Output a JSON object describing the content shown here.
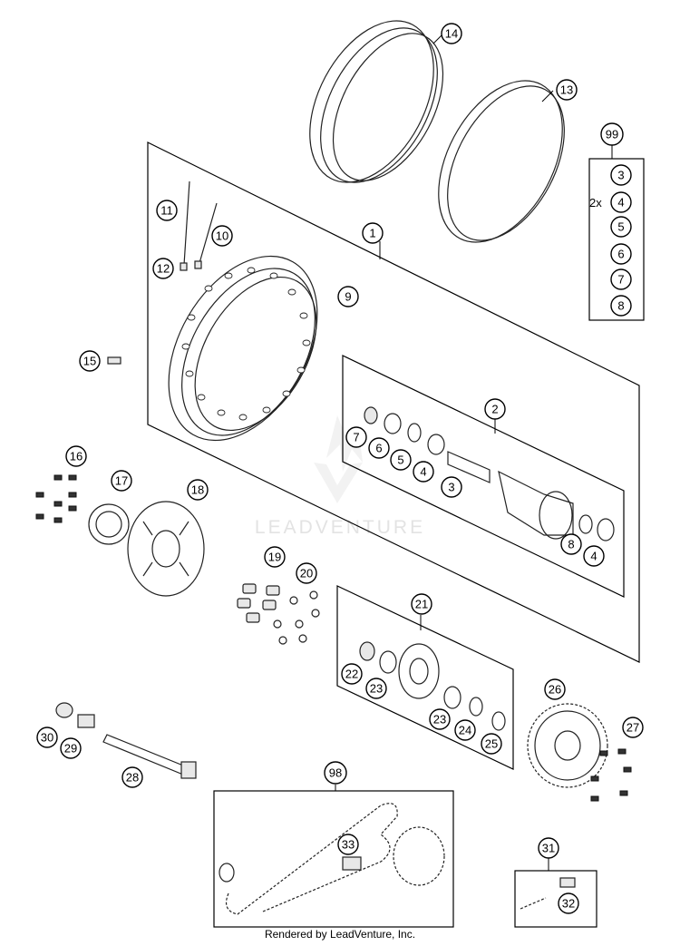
{
  "diagram": {
    "callouts": {
      "c1": "1",
      "c2": "2",
      "c3a": "3",
      "c3b": "3",
      "c4a": "4",
      "c4b": "4",
      "c4c": "4",
      "c5a": "5",
      "c5b": "5",
      "c6a": "6",
      "c6b": "6",
      "c7a": "7",
      "c7b": "7",
      "c8a": "8",
      "c8b": "8",
      "c9": "9",
      "c10": "10",
      "c11": "11",
      "c12": "12",
      "c13": "13",
      "c14": "14",
      "c15": "15",
      "c16": "16",
      "c17": "17",
      "c18": "18",
      "c19": "19",
      "c20": "20",
      "c21": "21",
      "c22": "22",
      "c23a": "23",
      "c23b": "23",
      "c24": "24",
      "c25": "25",
      "c26": "26",
      "c27": "27",
      "c28": "28",
      "c29": "29",
      "c30": "30",
      "c31": "31",
      "c32": "32",
      "c33": "33",
      "c98": "98",
      "c99": "99"
    },
    "quantity_label": "2x",
    "watermark": "LEADVENTURE",
    "footer": "Rendered by LeadVenture, Inc."
  }
}
